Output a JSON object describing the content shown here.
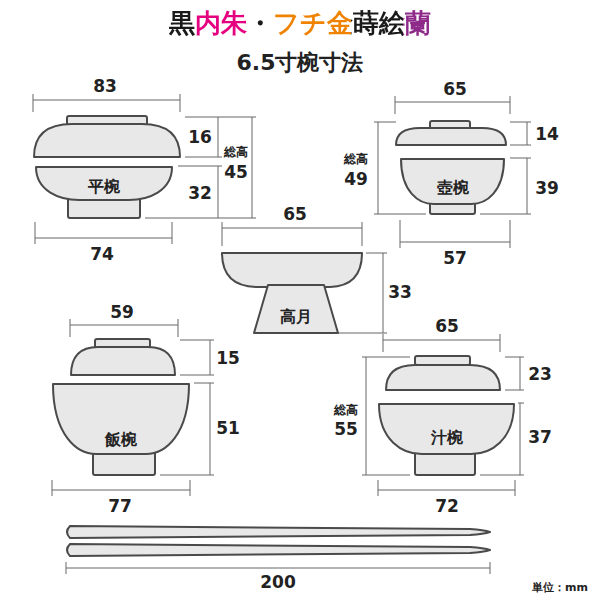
{
  "diagram": {
    "title": "黒内朱・フチ金蒔絵蘭",
    "nodes": [
      {
        "text": [
          "平椀"
        ]
      },
      {
        "text": [
          "壺椀"
        ]
      },
      {
        "text": [
          "高月"
        ]
      },
      {
        "text": [
          "飯椀"
        ]
      },
      {
        "text": [
          "汁椀"
        ]
      }
    ],
    "labels": [
      "6.5寸椀寸法",
      "83",
      "16",
      "総高",
      "45",
      "32",
      "74",
      "65",
      "14",
      "総高",
      "49",
      "39",
      "57",
      "65",
      "33",
      "59",
      "15",
      "51",
      "77",
      "65",
      "23",
      "総高",
      "55",
      "37",
      "72",
      "200",
      "単位：mm"
    ]
  }
}
